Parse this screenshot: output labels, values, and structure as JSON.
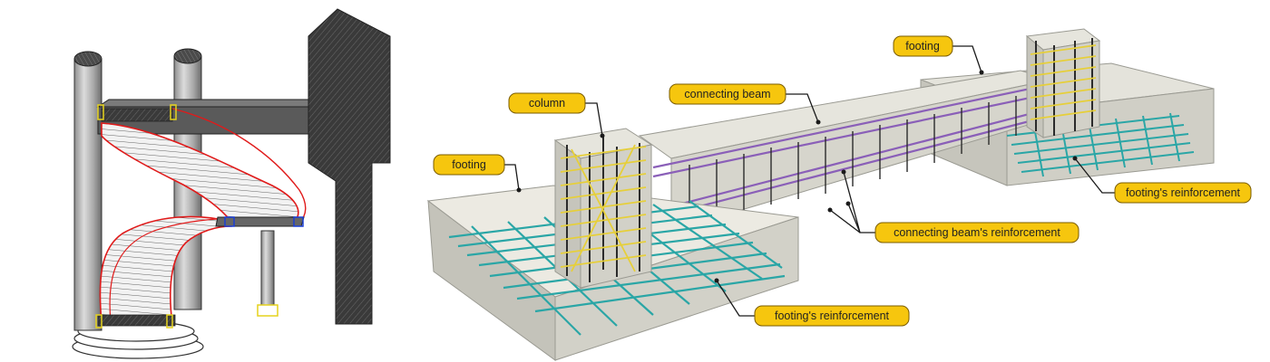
{
  "labels": {
    "footing_left": "footing",
    "column": "column",
    "connecting_beam": "connecting beam",
    "footing_right": "footing",
    "footing_reinforcement_right": "footing's reinforcement",
    "connecting_beam_reinforcement": "connecting beam's reinforcement",
    "footing_reinforcement_bottom": "footing's reinforcement"
  },
  "colors": {
    "callout_fill": "#f6c60e",
    "callout_stroke": "#7a5c00",
    "concrete": "#d9d8cf",
    "footing_rebar": "#2aa6a6",
    "beam_rebar": "#8a5fb8",
    "column_rebar": "#e6cf3a",
    "dark_rebar": "#2b2b2b",
    "stair_outline": "#e01a1a",
    "wall": "#3c3c3c"
  }
}
